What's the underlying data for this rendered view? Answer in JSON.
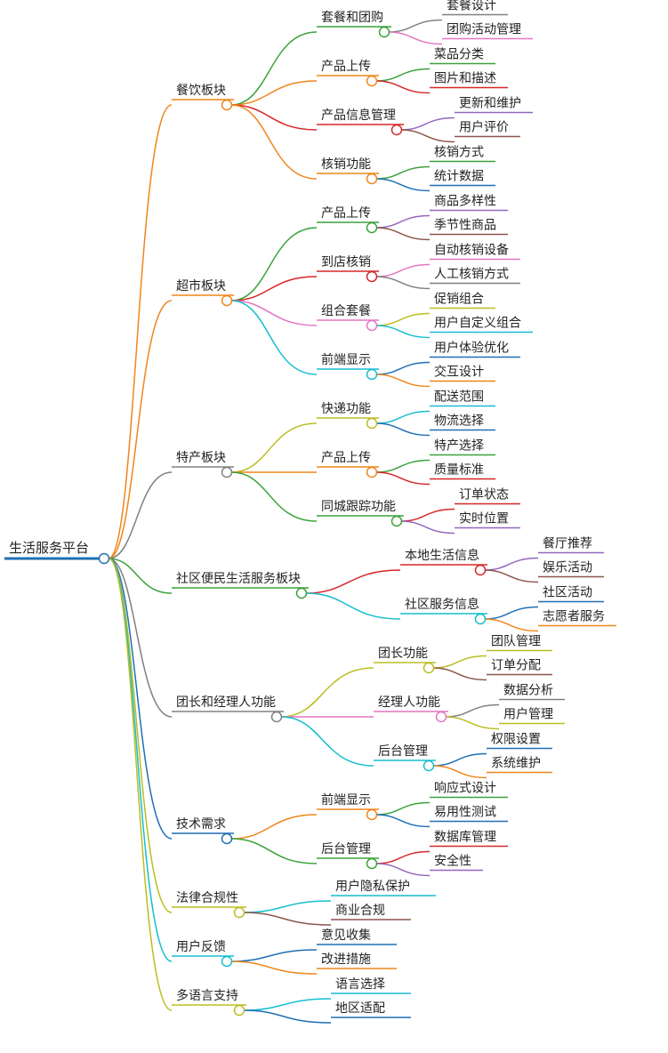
{
  "root": {
    "label": "生活服务平台",
    "color": "#1f6fb4"
  },
  "branches": [
    {
      "label": "餐饮板块",
      "color": "#f0861c",
      "children": [
        {
          "label": "套餐和团购",
          "color": "#3aa23a",
          "children": [
            {
              "label": "套餐设计",
              "color": "#808080"
            },
            {
              "label": "团购活动管理",
              "color": "#e377c2"
            }
          ]
        },
        {
          "label": "产品上传",
          "color": "#f0861c",
          "children": [
            {
              "label": "菜品分类",
              "color": "#3aa23a"
            },
            {
              "label": "图片和描述",
              "color": "#d62728"
            }
          ]
        },
        {
          "label": "产品信息管理",
          "color": "#d62728",
          "children": [
            {
              "label": "更新和维护",
              "color": "#9467bd"
            },
            {
              "label": "用户评价",
              "color": "#8c564b"
            }
          ]
        },
        {
          "label": "核销功能",
          "color": "#f0861c",
          "children": [
            {
              "label": "核销方式",
              "color": "#3aa23a"
            },
            {
              "label": "统计数据",
              "color": "#1f6fb4"
            }
          ]
        }
      ]
    },
    {
      "label": "超市板块",
      "color": "#f0861c",
      "children": [
        {
          "label": "产品上传",
          "color": "#3aa23a",
          "children": [
            {
              "label": "商品多样性",
              "color": "#9467bd"
            },
            {
              "label": "季节性商品",
              "color": "#8c564b"
            }
          ]
        },
        {
          "label": "到店核销",
          "color": "#d62728",
          "children": [
            {
              "label": "自动核销设备",
              "color": "#e377c2"
            },
            {
              "label": "人工核销方式",
              "color": "#808080"
            }
          ]
        },
        {
          "label": "组合套餐",
          "color": "#e377c2",
          "children": [
            {
              "label": "促销组合",
              "color": "#bcbd22"
            },
            {
              "label": "用户自定义组合",
              "color": "#17becf"
            }
          ]
        },
        {
          "label": "前端显示",
          "color": "#17becf",
          "children": [
            {
              "label": "用户体验优化",
              "color": "#1f6fb4"
            },
            {
              "label": "交互设计",
              "color": "#f0861c"
            }
          ]
        }
      ]
    },
    {
      "label": "特产板块",
      "color": "#808080",
      "children": [
        {
          "label": "快递功能",
          "color": "#bcbd22",
          "children": [
            {
              "label": "配送范围",
              "color": "#17becf"
            },
            {
              "label": "物流选择",
              "color": "#1f6fb4"
            }
          ]
        },
        {
          "label": "产品上传",
          "color": "#f0861c",
          "children": [
            {
              "label": "特产选择",
              "color": "#3aa23a"
            },
            {
              "label": "质量标准",
              "color": "#d62728"
            }
          ]
        },
        {
          "label": "同城跟踪功能",
          "color": "#3aa23a",
          "children": [
            {
              "label": "订单状态",
              "color": "#d62728"
            },
            {
              "label": "实时位置",
              "color": "#9467bd"
            }
          ]
        }
      ]
    },
    {
      "label": "社区便民生活服务板块",
      "color": "#3aa23a",
      "children": [
        {
          "label": "本地生活信息",
          "color": "#d62728",
          "children": [
            {
              "label": "餐厅推荐",
              "color": "#9467bd"
            },
            {
              "label": "娱乐活动",
              "color": "#8c564b"
            }
          ]
        },
        {
          "label": "社区服务信息",
          "color": "#17becf",
          "children": [
            {
              "label": "社区活动",
              "color": "#1f6fb4"
            },
            {
              "label": "志愿者服务",
              "color": "#f0861c"
            }
          ]
        }
      ]
    },
    {
      "label": "团长和经理人功能",
      "color": "#808080",
      "children": [
        {
          "label": "团长功能",
          "color": "#bcbd22",
          "children": [
            {
              "label": "团队管理",
              "color": "#bcbd22"
            },
            {
              "label": "订单分配",
              "color": "#8c564b"
            }
          ]
        },
        {
          "label": "经理人功能",
          "color": "#e377c2",
          "children": [
            {
              "label": "数据分析",
              "color": "#808080"
            },
            {
              "label": "用户管理",
              "color": "#bcbd22"
            }
          ]
        },
        {
          "label": "后台管理",
          "color": "#17becf",
          "children": [
            {
              "label": "权限设置",
              "color": "#1f6fb4"
            },
            {
              "label": "系统维护",
              "color": "#f0861c"
            }
          ]
        }
      ]
    },
    {
      "label": "技术需求",
      "color": "#1f6fb4",
      "children": [
        {
          "label": "前端显示",
          "color": "#f0861c",
          "children": [
            {
              "label": "响应式设计",
              "color": "#3aa23a"
            },
            {
              "label": "易用性测试",
              "color": "#1f6fb4"
            }
          ]
        },
        {
          "label": "后台管理",
          "color": "#3aa23a",
          "children": [
            {
              "label": "数据库管理",
              "color": "#d62728"
            },
            {
              "label": "安全性",
              "color": "#9467bd"
            }
          ]
        }
      ]
    },
    {
      "label": "法律合规性",
      "color": "#bcbd22",
      "children": [
        {
          "label": "用户隐私保护",
          "color": "#17becf"
        },
        {
          "label": "商业合规",
          "color": "#8c564b"
        }
      ]
    },
    {
      "label": "用户反馈",
      "color": "#17becf",
      "children": [
        {
          "label": "意见收集",
          "color": "#1f6fb4"
        },
        {
          "label": "改进措施",
          "color": "#f0861c"
        }
      ]
    },
    {
      "label": "多语言支持",
      "color": "#bcbd22",
      "children": [
        {
          "label": "语言选择",
          "color": "#17becf"
        },
        {
          "label": "地区适配",
          "color": "#1f6fb4"
        }
      ]
    }
  ]
}
